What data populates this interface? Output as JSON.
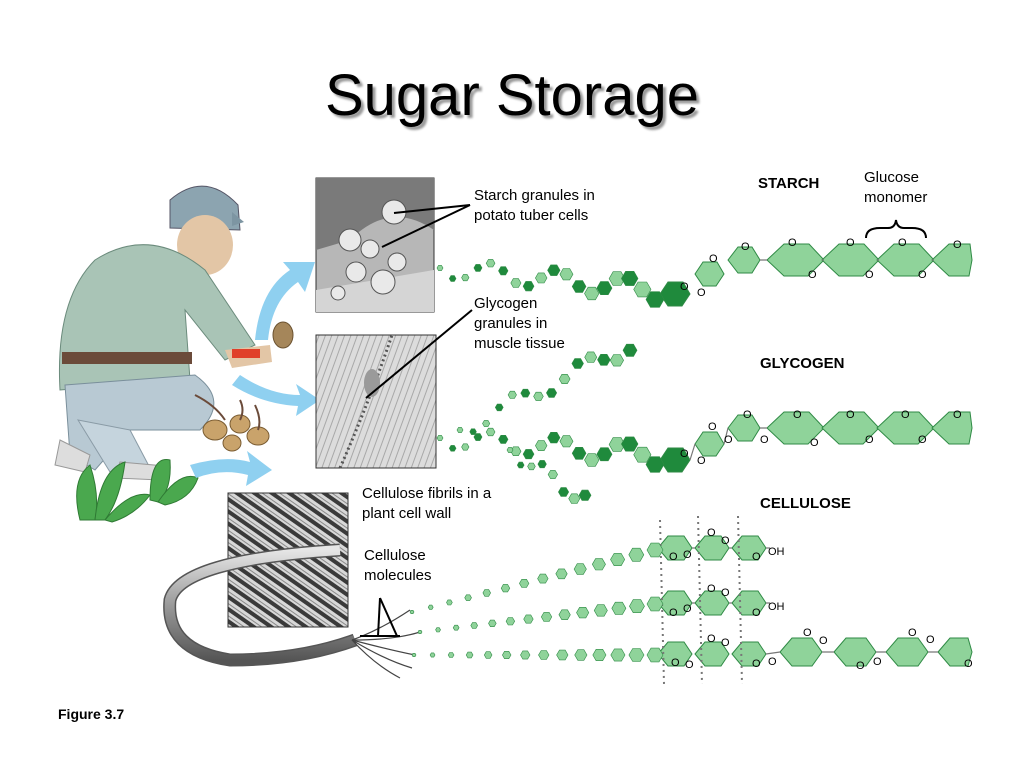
{
  "title": "Sugar Storage",
  "labels": {
    "starch_granules": "Starch granules in potato tuber cells",
    "glycogen_granules": "Glycogen granules in muscle tissue",
    "cellulose_fibrils": "Cellulose fibrils in a plant cell wall",
    "cellulose_molecules": "Cellulose molecules",
    "starch": "STARCH",
    "glycogen": "GLYCOGEN",
    "cellulose": "CELLULOSE",
    "glucose_monomer": "Glucose monomer"
  },
  "atoms": {
    "oxygen": "O",
    "hydroxyl": "OH"
  },
  "figure_caption": "Figure 3.7",
  "colors": {
    "monomer_fill": "#8fd39a",
    "monomer_stroke": "#2f8a45",
    "dark_chain": "#1f8a3c",
    "arrow": "#8fd0f0"
  }
}
